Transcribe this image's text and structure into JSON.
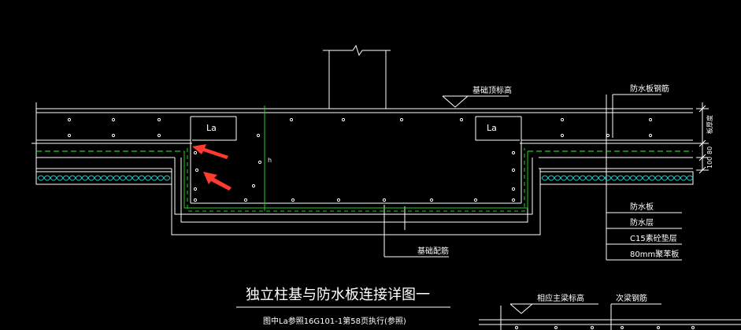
{
  "colors": {
    "background": "#000000",
    "line": "#ffffff",
    "waterproof": "#22cc22",
    "insulation": "#22cccc",
    "arrow": "#ff3b30"
  },
  "labels": {
    "foundation_top": "基础顶标高",
    "waterproof_rebar": "防水板钢筋",
    "la_left": "La",
    "la_right": "La",
    "h": "h",
    "foundation_rebar": "基础配筋",
    "layer_board": "防水板",
    "layer_waterproof": "防水层",
    "layer_cushion": "C15素砼垫层",
    "layer_insulation": "80mm聚苯板",
    "dim_thickness": "板厚度",
    "dim_80": "80",
    "dim_100": "100",
    "title": "独立柱基与防水板连接详图一",
    "subtitle": "图中La参照16G101-1第58页执行(参照)",
    "bottom_elev": "相应主梁标高",
    "bottom_rebar": "次梁钢筋"
  },
  "icons": [
    "arrow-pointer-icon",
    "arrow-pointer-icon",
    "break-line-icon",
    "elevation-marker-icon"
  ]
}
